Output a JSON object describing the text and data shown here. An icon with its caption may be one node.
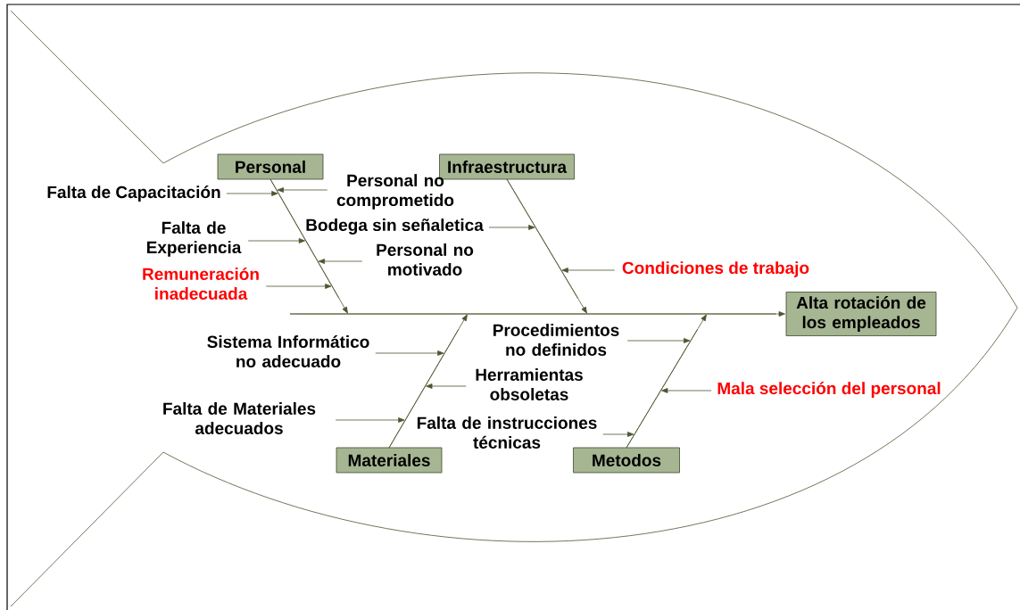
{
  "diagram": {
    "nodes": [
      {
        "text": [
          "Personal"
        ]
      },
      {
        "text": [
          "Infraestructura"
        ]
      },
      {
        "text": [
          "Alta rotación de los empleados"
        ]
      },
      {
        "text": [
          "Materiales"
        ]
      },
      {
        "text": [
          "Metodos"
        ]
      },
      {
        "text": [
          "Falta de Capacitación"
        ]
      },
      {
        "text": [
          "Personal no comprometido"
        ]
      },
      {
        "text": [
          "Falta de Experiencia"
        ]
      },
      {
        "text": [
          "Bodega sin señaletica"
        ]
      },
      {
        "text": [
          "Personal no motivado"
        ]
      },
      {
        "text": [
          "Remuneración inadecuada"
        ]
      },
      {
        "text": [
          "Condiciones de trabajo"
        ]
      },
      {
        "text": [
          "Sistema Informático no adecuado"
        ]
      },
      {
        "text": [
          "Procedimientos no definidos"
        ]
      },
      {
        "text": [
          "Herramientas obsoletas"
        ]
      },
      {
        "text": [
          "Falta de Materiales adecuados"
        ]
      },
      {
        "text": [
          "Mala selección del personal"
        ]
      },
      {
        "text": [
          "Falta de instrucciones técnicas"
        ]
      },
      {
        "text": [],
        "shape": "bar"
      },
      {
        "text": [],
        "shape": "bar"
      },
      {
        "text": [],
        "shape": "bar"
      },
      {
        "text": [],
        "shape": "bar"
      },
      {
        "text": [],
        "shape": "bar"
      }
    ],
    "edges": [
      {
        "from": 5,
        "to": 19,
        "arrow": "to"
      },
      {
        "from": 6,
        "to": 19,
        "arrow": "to"
      },
      {
        "from": 7,
        "to": 19,
        "arrow": "to"
      },
      {
        "from": 8,
        "to": 20,
        "arrow": "to"
      },
      {
        "from": 9,
        "to": 19,
        "arrow": "to"
      },
      {
        "from": 10,
        "to": 19,
        "arrow": "to"
      },
      {
        "from": 11,
        "to": 20,
        "arrow": "to"
      },
      {
        "from": 12,
        "to": 21,
        "arrow": "to"
      },
      {
        "from": 13,
        "to": 22,
        "arrow": "to"
      },
      {
        "from": 14,
        "to": 21,
        "arrow": "to"
      },
      {
        "from": 15,
        "to": 21,
        "arrow": "to"
      },
      {
        "from": 16,
        "to": 22,
        "arrow": "to"
      },
      {
        "from": 17,
        "to": 22,
        "arrow": "to"
      },
      {
        "from": 19,
        "to": 18,
        "arrow": "to"
      },
      {
        "from": 20,
        "to": 18,
        "arrow": "to"
      },
      {
        "from": 21,
        "to": 18,
        "arrow": "to"
      },
      {
        "from": 22,
        "to": 18,
        "arrow": "to"
      },
      {
        "from": 18,
        "to": 2,
        "arrow": "to"
      }
    ]
  }
}
